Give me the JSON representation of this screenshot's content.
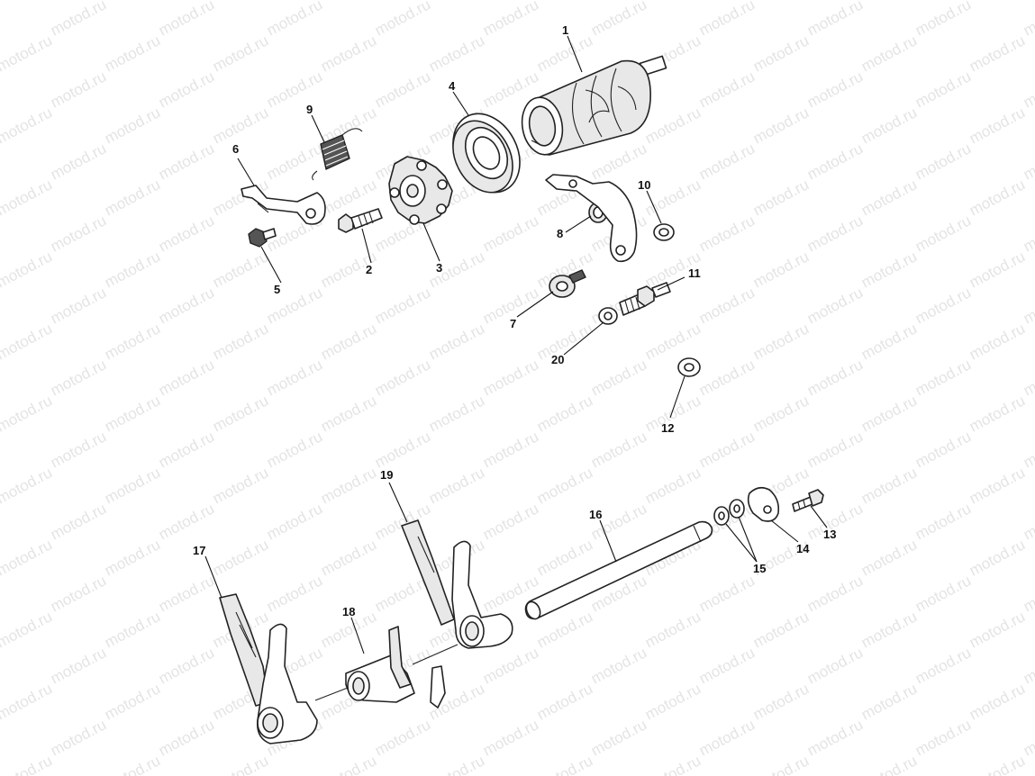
{
  "watermark": "motod.ru",
  "callouts": [
    {
      "id": "1",
      "label": "1"
    },
    {
      "id": "2",
      "label": "2"
    },
    {
      "id": "3",
      "label": "3"
    },
    {
      "id": "4",
      "label": "4"
    },
    {
      "id": "5",
      "label": "5"
    },
    {
      "id": "6",
      "label": "6"
    },
    {
      "id": "7",
      "label": "7"
    },
    {
      "id": "8",
      "label": "8"
    },
    {
      "id": "9",
      "label": "9"
    },
    {
      "id": "10",
      "label": "10"
    },
    {
      "id": "11",
      "label": "11"
    },
    {
      "id": "12",
      "label": "12"
    },
    {
      "id": "13",
      "label": "13"
    },
    {
      "id": "14",
      "label": "14"
    },
    {
      "id": "15",
      "label": "15"
    },
    {
      "id": "16",
      "label": "16"
    },
    {
      "id": "17",
      "label": "17"
    },
    {
      "id": "18",
      "label": "18"
    },
    {
      "id": "19",
      "label": "19"
    },
    {
      "id": "20",
      "label": "20"
    }
  ]
}
